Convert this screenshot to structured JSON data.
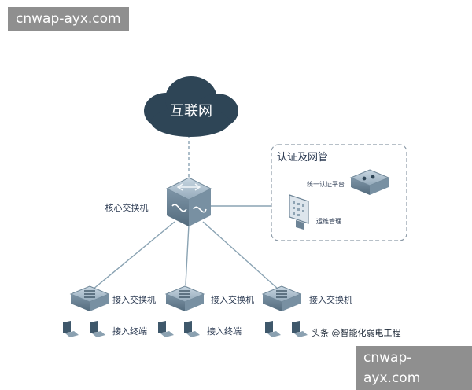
{
  "watermark": {
    "top": "cnwap-ayx.com",
    "bottom": "cnwap-ayx.com"
  },
  "diagram": {
    "cloud_label": "互联网",
    "core_label": "核心交换机",
    "management": {
      "box_title": "认证及网管",
      "auth_label": "统一认证平台",
      "mgmt_label": "运维管理"
    },
    "access_switches": [
      "接入交换机",
      "接入交换机",
      "接入交换机"
    ],
    "terminals": [
      "接入终端",
      "接入终端"
    ],
    "credit": "头条 @智能化弱电工程"
  },
  "colors": {
    "cloud": "#2e4556",
    "device_top": "#a9bccb",
    "device_side": "#6d8496",
    "link": "#7f9aab"
  },
  "icons": [
    "cloud-icon",
    "core-switch-icon",
    "access-switch-icon",
    "terminal-icon",
    "auth-platform-icon",
    "management-monitor-icon"
  ]
}
